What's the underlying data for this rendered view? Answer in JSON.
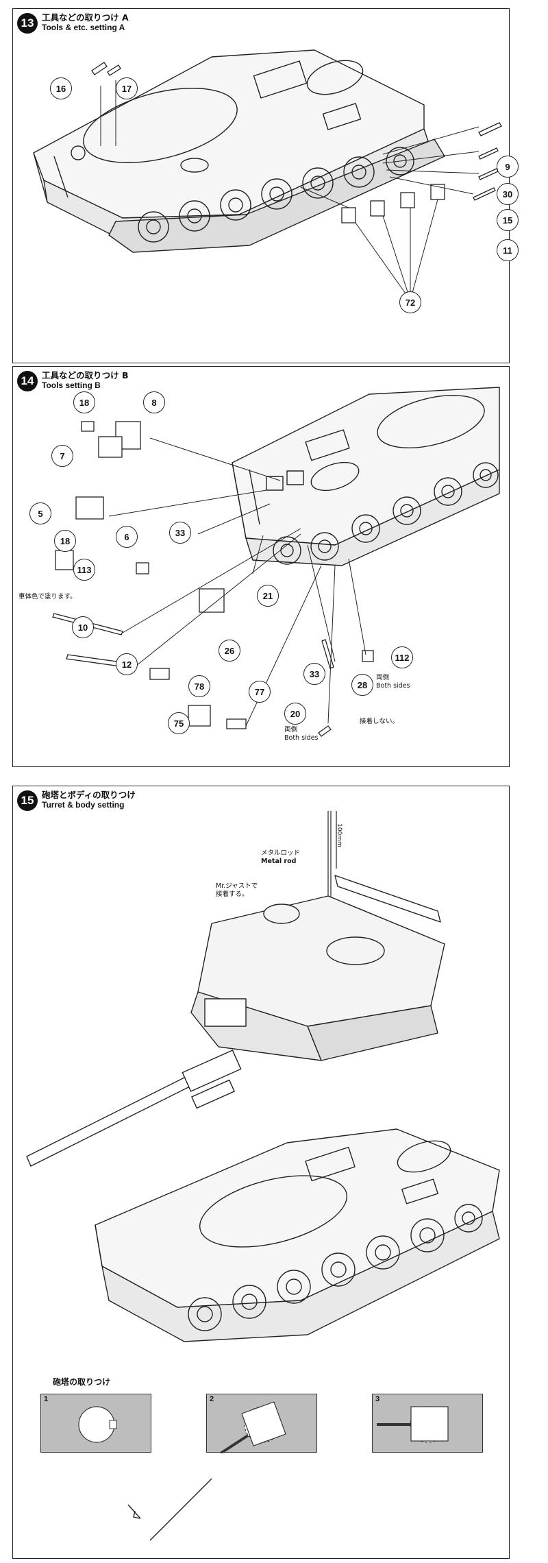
{
  "step13": {
    "number": "13",
    "title_jp": "工具などの取りつけ A",
    "title_en": "Tools & etc. setting A",
    "parts": [
      "16",
      "17",
      "9",
      "30",
      "15",
      "11",
      "72"
    ]
  },
  "step14": {
    "number": "14",
    "title_jp": "工具などの取りつけ B",
    "title_en": "Tools setting B",
    "parts": [
      "18",
      "8",
      "7",
      "5",
      "6",
      "18",
      "33",
      "113",
      "10",
      "12",
      "21",
      "26",
      "33",
      "112",
      "78",
      "77",
      "75",
      "20",
      "28"
    ],
    "notes": {
      "body_color": "車体色で塗ります。",
      "both_sides_jp": "両側",
      "both_sides_en": "Both sides",
      "no_glue": "接着しない。"
    }
  },
  "step15": {
    "number": "15",
    "title_jp": "砲塔とボディの取りつけ",
    "title_en": "Turret & body setting",
    "notes": {
      "rod_size": "100mm",
      "metal_rod_jp": "メタルロッド",
      "metal_rod_en": "Metal rod",
      "glue_line1": "Mr.ジャストで",
      "glue_line2": "接着する。"
    },
    "mounting_title": "砲塔の取りつけ",
    "mounting_steps": [
      "1",
      "2",
      "3"
    ]
  }
}
